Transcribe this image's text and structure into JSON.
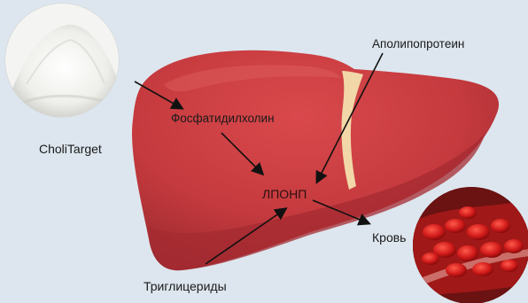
{
  "labels": {
    "product": "CholiTarget",
    "apolipoprotein": "Аполипопротеин",
    "phosphatidylcholine": "Фосфатидилхолин",
    "vldl": "ЛПОНП",
    "blood": "Кровь",
    "triglycerides": "Триглицериды"
  },
  "colors": {
    "background": "#dde6ee",
    "liver": "#c93a3e",
    "liver_dark": "#a52a30",
    "ligament": "#f2d7a8",
    "arrow": "#111111"
  },
  "images": {
    "powder": "white-powder-icon",
    "blood_cells": "red-blood-cells-icon"
  }
}
